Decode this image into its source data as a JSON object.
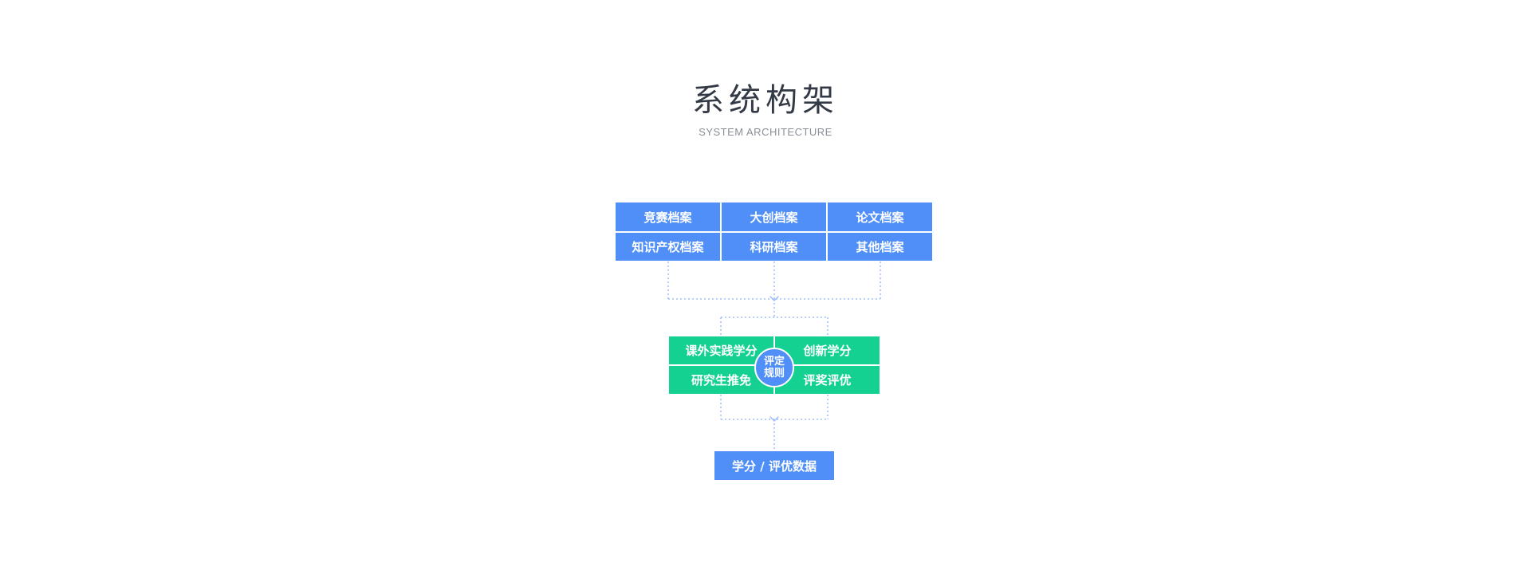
{
  "header": {
    "title": "系统构架",
    "subtitle": "SYSTEM ARCHITECTURE"
  },
  "archives": [
    "竞赛档案",
    "大创档案",
    "论文档案",
    "知识产权档案",
    "科研档案",
    "其他档案"
  ],
  "rules": {
    "quadrants": [
      "课外实践学分",
      "创新学分",
      "研究生推免",
      "评奖评优"
    ],
    "center_line1": "评定",
    "center_line2": "规则"
  },
  "output": {
    "label": "学分 / 评优数据"
  },
  "colors": {
    "blue": "#4f8ff7",
    "green": "#14d192",
    "connector": "#9dbff9"
  }
}
